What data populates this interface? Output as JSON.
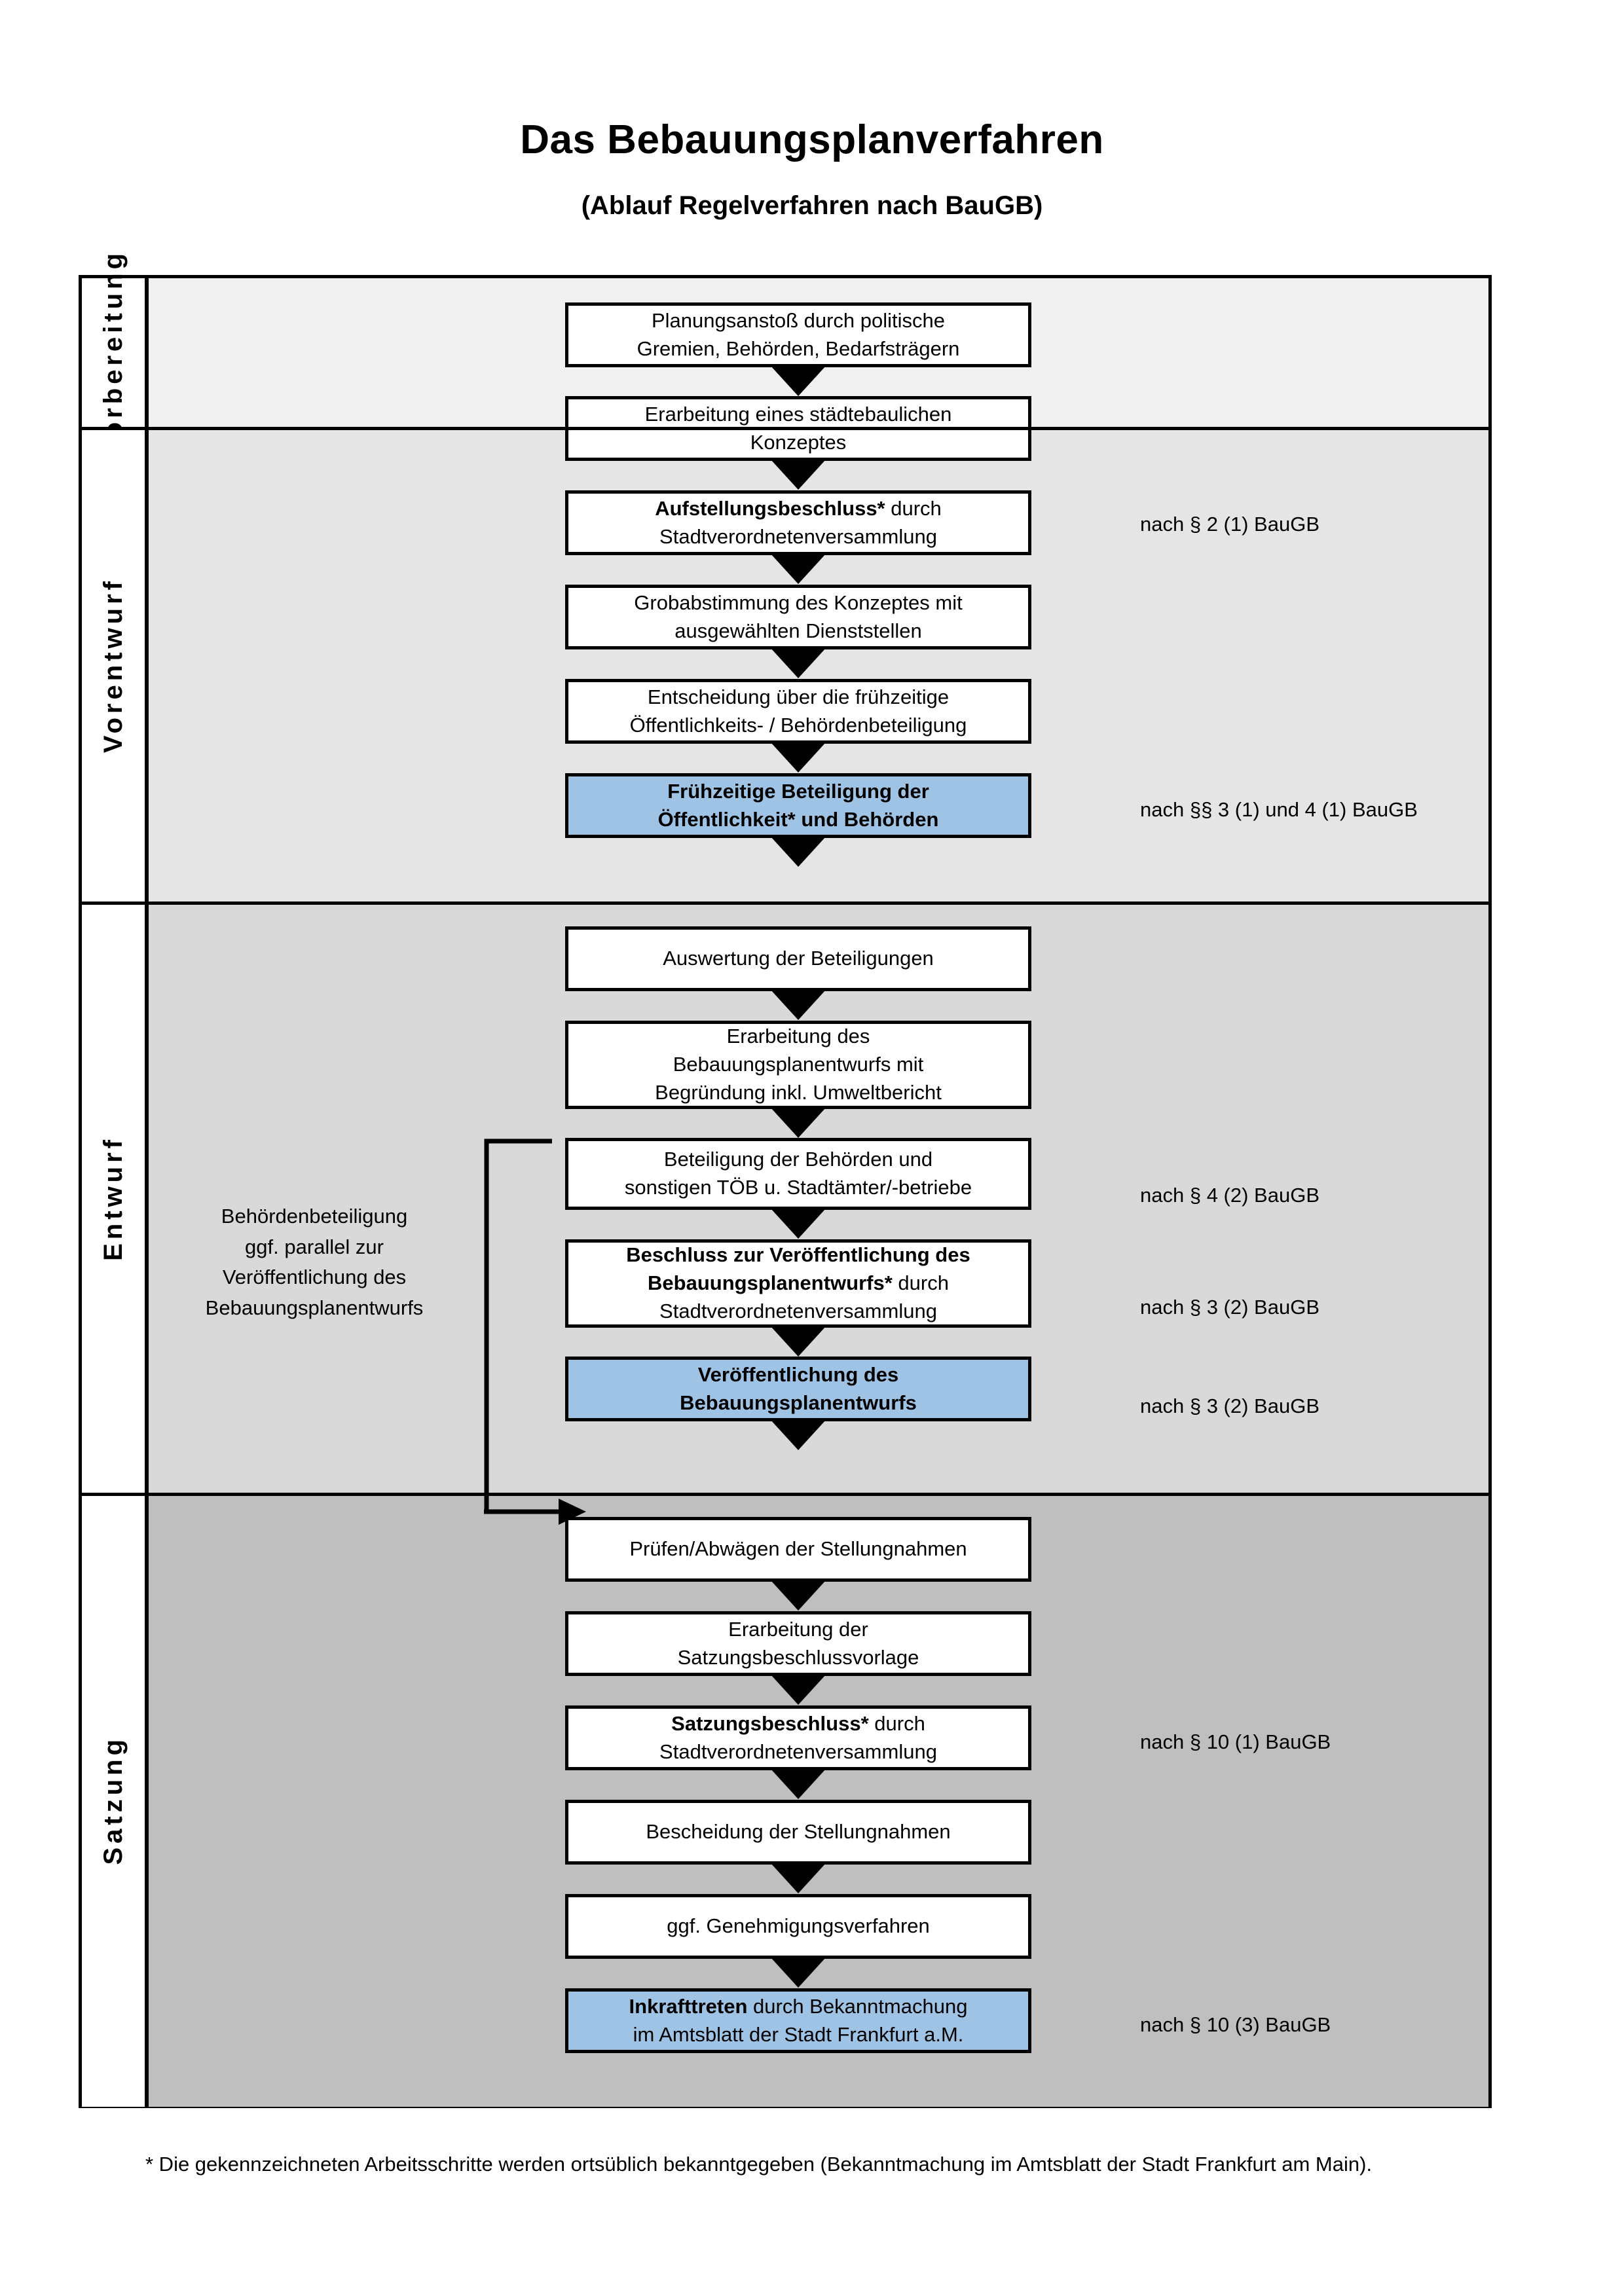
{
  "document": {
    "title": "Das Bebauungsplanverfahren",
    "subtitle": "(Ablauf Regelverfahren nach BauGB)",
    "footnote": "* Die gekennzeichneten Arbeitsschritte werden ortsüblich bekanntgegeben (Bekanntmachung im Amtsblatt  der Stadt Frankfurt am Main)."
  },
  "colors": {
    "highlight_blue": "#9FC3E5",
    "band_vorbereitung": "#F0F0F0",
    "band_vorentwurf": "#E5E5E5",
    "band_entwurf": "#D9D9D9",
    "band_satzung": "#BFBFBF",
    "outline": "#000000"
  },
  "phases": [
    {
      "label": "Vorbereitung"
    },
    {
      "label": "Vorentwurf"
    },
    {
      "label": "Entwurf"
    },
    {
      "label": "Satzung"
    }
  ],
  "steps": [
    {
      "id": "planungsanstoss",
      "text": "Planungsanstoß durch politische Gremien, Behörden, Bedarfsträgern",
      "bold_prefix": "",
      "highlight": false
    },
    {
      "id": "staedtebauliches-konzept",
      "text": "Erarbeitung eines städtebaulichen Konzeptes",
      "bold_prefix": "",
      "highlight": false
    },
    {
      "id": "aufstellungsbeschluss",
      "text": "Aufstellungsbeschluss* durch Stadtverordnetenversammlung",
      "bold_prefix": "Aufstellungsbeschluss*",
      "bold_rest": " durch Stadtverordnetenversammlung",
      "highlight": false
    },
    {
      "id": "grobabstimmung",
      "text": "Grobabstimmung des Konzeptes mit ausgewählten Dienststellen",
      "bold_prefix": "",
      "highlight": false
    },
    {
      "id": "entscheidung-fruehzeitige",
      "text": "Entscheidung über die frühzeitige Öffentlichkeits- / Behördenbeteiligung",
      "bold_prefix": "",
      "highlight": false
    },
    {
      "id": "fruehzeitige-beteiligung",
      "text": "Frühzeitige Beteiligung der Öffentlichkeit* und Behörden",
      "all_bold": true,
      "highlight": true
    },
    {
      "id": "auswertung-beteiligungen",
      "text": "Auswertung der Beteiligungen",
      "bold_prefix": "",
      "highlight": false
    },
    {
      "id": "erarbeitung-entwurf",
      "text": "Erarbeitung des Bebauungsplanentwurfs mit Begründung inkl. Umweltbericht",
      "bold_prefix": "",
      "highlight": false
    },
    {
      "id": "beteiligung-behoerden-toeb",
      "text": "Beteiligung der Behörden und sonstigen TÖB u. Stadtämter/-betriebe",
      "bold_prefix": "",
      "highlight": false
    },
    {
      "id": "beschluss-veroeffentlichung",
      "text": "Beschluss zur Veröffentlichung des Bebauungsplanentwurfs* durch Stadtverordnetenversammlung",
      "bold_prefix": "Beschluss zur Veröffentlichung des Bebauungsplanentwurfs*",
      "bold_rest": " durch Stadtverordnetenversammlung",
      "highlight": false
    },
    {
      "id": "veroeffentlichung-entwurf",
      "text": "Veröffentlichung des Bebauungsplanentwurfs",
      "all_bold": true,
      "highlight": true
    },
    {
      "id": "pruefen-abwaegen",
      "text": "Prüfen/Abwägen der Stellungnahmen",
      "bold_prefix": "",
      "highlight": false
    },
    {
      "id": "erarbeitung-satzungsvorlage",
      "text": "Erarbeitung der Satzungsbeschlussvorlage",
      "bold_prefix": "",
      "highlight": false
    },
    {
      "id": "satzungsbeschluss",
      "text": "Satzungsbeschluss* durch Stadtverordnetenversammlung",
      "bold_prefix": "Satzungsbeschluss*",
      "bold_rest": " durch Stadtverordnetenversammlung",
      "highlight": false
    },
    {
      "id": "bescheidung-stellungnahmen",
      "text": "Bescheidung der Stellungnahmen",
      "bold_prefix": "",
      "highlight": false
    },
    {
      "id": "genehmigungsverfahren",
      "text": "ggf. Genehmigungsverfahren",
      "bold_prefix": "",
      "highlight": false
    },
    {
      "id": "inkrafttreten",
      "text": "Inkrafttreten durch Bekanntmachung im Amtsblatt der Stadt Frankfurt a.M.",
      "bold_prefix": "Inkrafttreten",
      "bold_rest": " durch Bekanntmachung im Amtsblatt der Stadt Frankfurt a.M.",
      "highlight": true
    }
  ],
  "box_text": {
    "planungsanstoss_l1": "Planungsanstoß durch politische",
    "planungsanstoss_l2": "Gremien, Behörden, Bedarfsträgern",
    "konzept_l1": "Erarbeitung eines städtebaulichen",
    "konzept_l2": "Konzeptes",
    "aufstellung_bold": "Aufstellungsbeschluss*",
    "aufstellung_rest": " durch",
    "aufstellung_l2": "Stadtverordnetenversammlung",
    "grobabstimmung_l1": "Grobabstimmung des Konzeptes mit",
    "grobabstimmung_l2": "ausgewählten Dienststellen",
    "entscheidung_l1": "Entscheidung über die frühzeitige",
    "entscheidung_l2": "Öffentlichkeits- / Behördenbeteiligung",
    "fruehzeitig_l1": "Frühzeitige Beteiligung der",
    "fruehzeitig_l2": "Öffentlichkeit* und Behörden",
    "auswertung_l1": "Auswertung der Beteiligungen",
    "erarbeitung_l1": "Erarbeitung des",
    "erarbeitung_l2": "Bebauungsplanentwurfs mit",
    "erarbeitung_l3": "Begründung inkl. Umweltbericht",
    "toeb_l1": "Beteiligung der Behörden und",
    "toeb_l2": "sonstigen TÖB u. Stadtämter/-betriebe",
    "beschluss_l1": "Beschluss zur Veröffentlichung des",
    "beschluss_l2_bold": "Bebauungsplanentwurfs*",
    "beschluss_l2_rest": " durch",
    "beschluss_l3": "Stadtverordnetenversammlung",
    "veroeff_l1": "Veröffentlichung des",
    "veroeff_l2": "Bebauungsplanentwurfs",
    "pruefen_l1": "Prüfen/Abwägen der Stellungnahmen",
    "satzungsvorlage_l1": "Erarbeitung der",
    "satzungsvorlage_l2": "Satzungsbeschlussvorlage",
    "satzungsbeschluss_bold": "Satzungsbeschluss*",
    "satzungsbeschluss_rest": " durch",
    "satzungsbeschluss_l2": "Stadtverordnetenversammlung",
    "bescheidung_l1": "Bescheidung der Stellungnahmen",
    "genehmigung_l1": "ggf. Genehmigungsverfahren",
    "inkraft_bold": "Inkrafttreten",
    "inkraft_rest": " durch Bekanntmachung",
    "inkraft_l2": "im Amtsblatt der Stadt Frankfurt a.M."
  },
  "legal_notes": [
    {
      "id": "note-2-1",
      "text": "nach § 2 (1) BauGB"
    },
    {
      "id": "note-3-1-4-1",
      "text": "nach §§ 3 (1) und 4 (1) BauGB"
    },
    {
      "id": "note-4-2",
      "text": "nach § 4 (2) BauGB"
    },
    {
      "id": "note-3-2-a",
      "text": "nach § 3 (2) BauGB"
    },
    {
      "id": "note-3-2-b",
      "text": "nach § 3 (2) BauGB"
    },
    {
      "id": "note-10-1",
      "text": "nach § 10 (1) BauGB"
    },
    {
      "id": "note-10-3",
      "text": "nach § 10 (3) BauGB"
    }
  ],
  "side_note": {
    "l1": "Behördenbeteiligung",
    "l2": "ggf. parallel zur",
    "l3": "Veröffentlichung des",
    "l4": "Bebauungsplanentwurfs"
  }
}
